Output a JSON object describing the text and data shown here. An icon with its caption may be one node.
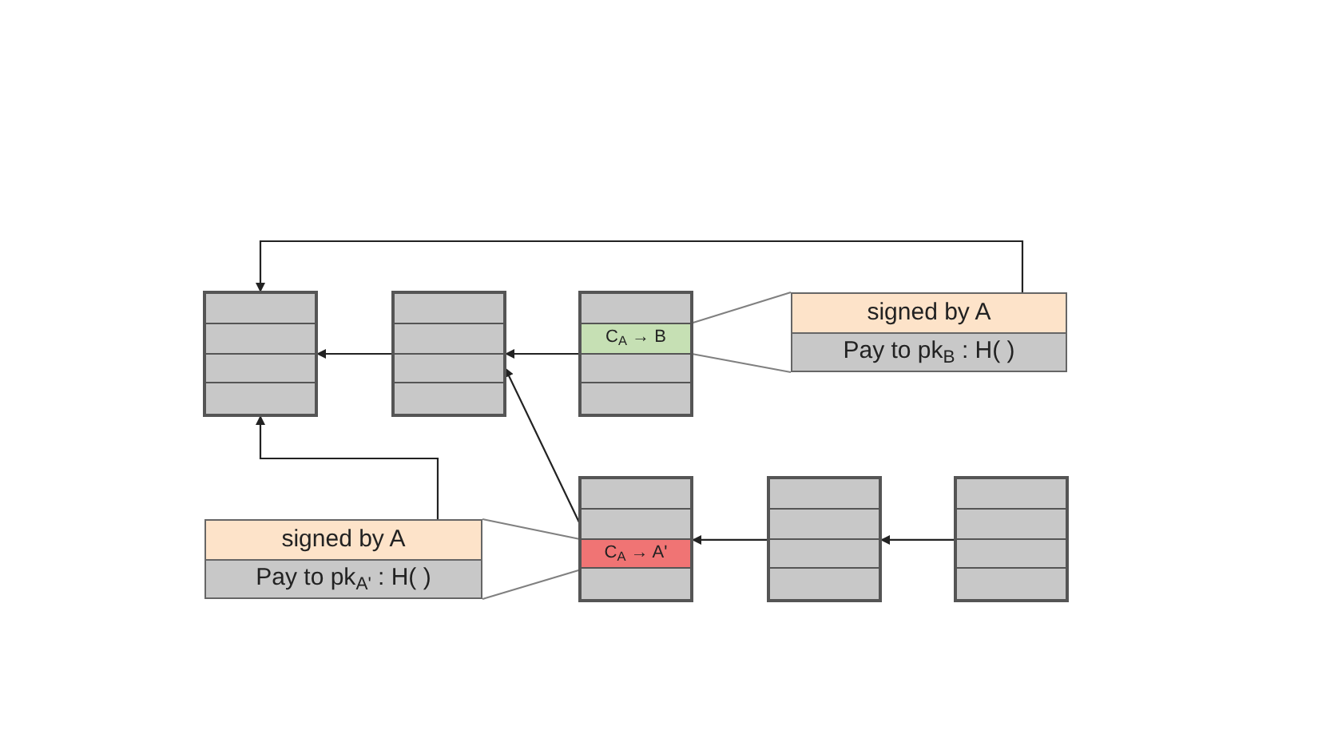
{
  "diagram": {
    "nodes": [
      {
        "text": [],
        "shape": "box"
      },
      {
        "text": [],
        "shape": "box"
      },
      {
        "text": [],
        "shape": "box"
      },
      {
        "text": [
          "C$_{A}$ → B"
        ],
        "in": 2
      },
      {
        "text": [
          "signed by A",
          "Pay to pk$_{B}$ : H( )"
        ]
      },
      {
        "text": [
          "signed by A",
          "Pay to pk$_{A'}$ : H( )"
        ]
      },
      {
        "text": [],
        "shape": "box"
      },
      {
        "text": [
          "C$_{A}$ → A'"
        ],
        "in": 6
      },
      {
        "text": [],
        "shape": "box"
      },
      {
        "text": [],
        "shape": "box"
      }
    ],
    "edges": [
      {
        "from": 4,
        "to": 0,
        "arrow": "to"
      },
      {
        "from": 5,
        "to": 0,
        "arrow": "to"
      },
      {
        "from": 2,
        "to": 1,
        "arrow": "to"
      },
      {
        "from": 1,
        "to": 0,
        "arrow": "to"
      },
      {
        "from": 6,
        "to": 1,
        "arrow": "to"
      },
      {
        "from": 8,
        "to": 6,
        "arrow": "to"
      },
      {
        "from": 9,
        "to": 8,
        "arrow": "to"
      },
      {
        "from": 3,
        "to": 4,
        "arrow": "none",
        "color": "#808080"
      },
      {
        "from": 3,
        "to": 4,
        "arrow": "none",
        "color": "#808080"
      },
      {
        "from": 7,
        "to": 5,
        "arrow": "none",
        "color": "#808080"
      },
      {
        "from": 7,
        "to": 5,
        "arrow": "none",
        "color": "#808080"
      }
    ]
  }
}
